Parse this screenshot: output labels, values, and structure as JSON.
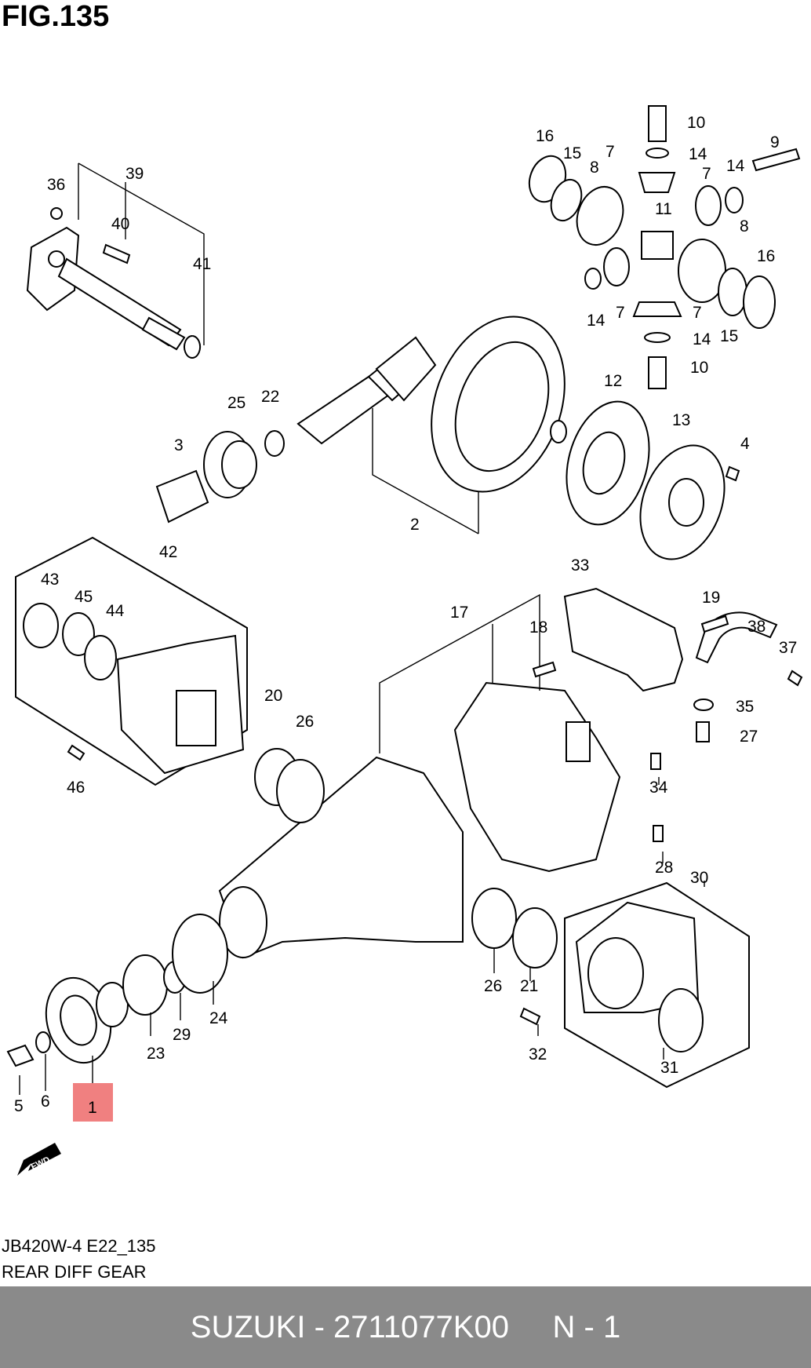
{
  "figure": {
    "title": "FIG.135",
    "code": "JB420W-4 E22_135",
    "name": "REAR DIFF GEAR",
    "fwd_label": "FWD",
    "highlight_color": "#f08080"
  },
  "footer": {
    "brand": "SUZUKI",
    "separator": " - ",
    "part_number": "2711077K00",
    "gap": "     ",
    "quantity": "N - 1"
  },
  "callouts": {
    "c1": "1",
    "c2": "2",
    "c3": "3",
    "c4": "4",
    "c5": "5",
    "c6": "6",
    "c7a": "7",
    "c7b": "7",
    "c7c": "7",
    "c7d": "7",
    "c8a": "8",
    "c8b": "8",
    "c9": "9",
    "c10a": "10",
    "c10b": "10",
    "c11": "11",
    "c12": "12",
    "c13": "13",
    "c14a": "14",
    "c14b": "14",
    "c14c": "14",
    "c14d": "14",
    "c15a": "15",
    "c15b": "15",
    "c16a": "16",
    "c16b": "16",
    "c17": "17",
    "c18": "18",
    "c19": "19",
    "c20": "20",
    "c21": "21",
    "c22": "22",
    "c23": "23",
    "c24": "24",
    "c25": "25",
    "c26a": "26",
    "c26b": "26",
    "c27": "27",
    "c28": "28",
    "c29": "29",
    "c30": "30",
    "c31": "31",
    "c32": "32",
    "c33": "33",
    "c34": "34",
    "c35": "35",
    "c36": "36",
    "c37": "37",
    "c38": "38",
    "c39": "39",
    "c40": "40",
    "c41": "41",
    "c42": "42",
    "c43": "43",
    "c44": "44",
    "c45": "45",
    "c46": "46"
  }
}
